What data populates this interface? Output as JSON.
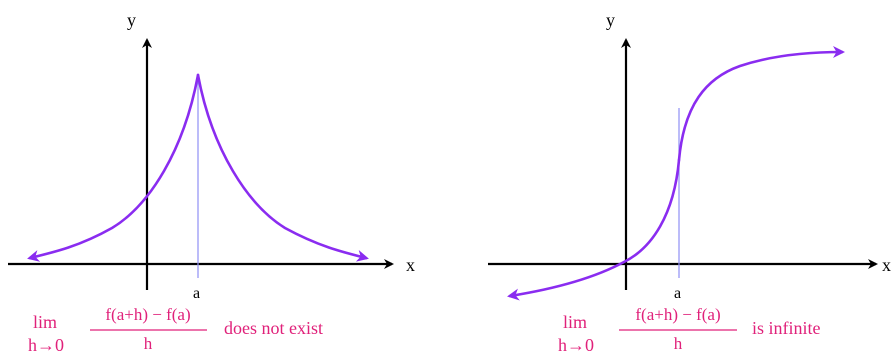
{
  "colors": {
    "curve": "#8a2cf0",
    "guide": "#8f8ff5",
    "formula": "#e0217a",
    "axis": "#000000"
  },
  "panel_left": {
    "y_label": "y",
    "x_label": "x",
    "tick_label": "a",
    "lim_word": "lim",
    "lim_sub": "h→0",
    "numerator": "f(a+h) − f(a)",
    "denominator": "h",
    "result": "does not exist"
  },
  "panel_right": {
    "y_label": "y",
    "x_label": "x",
    "tick_label": "a",
    "lim_word": "lim",
    "lim_sub": "h→0",
    "numerator": "f(a+h) − f(a)",
    "denominator": "h",
    "result": "is infinite"
  }
}
